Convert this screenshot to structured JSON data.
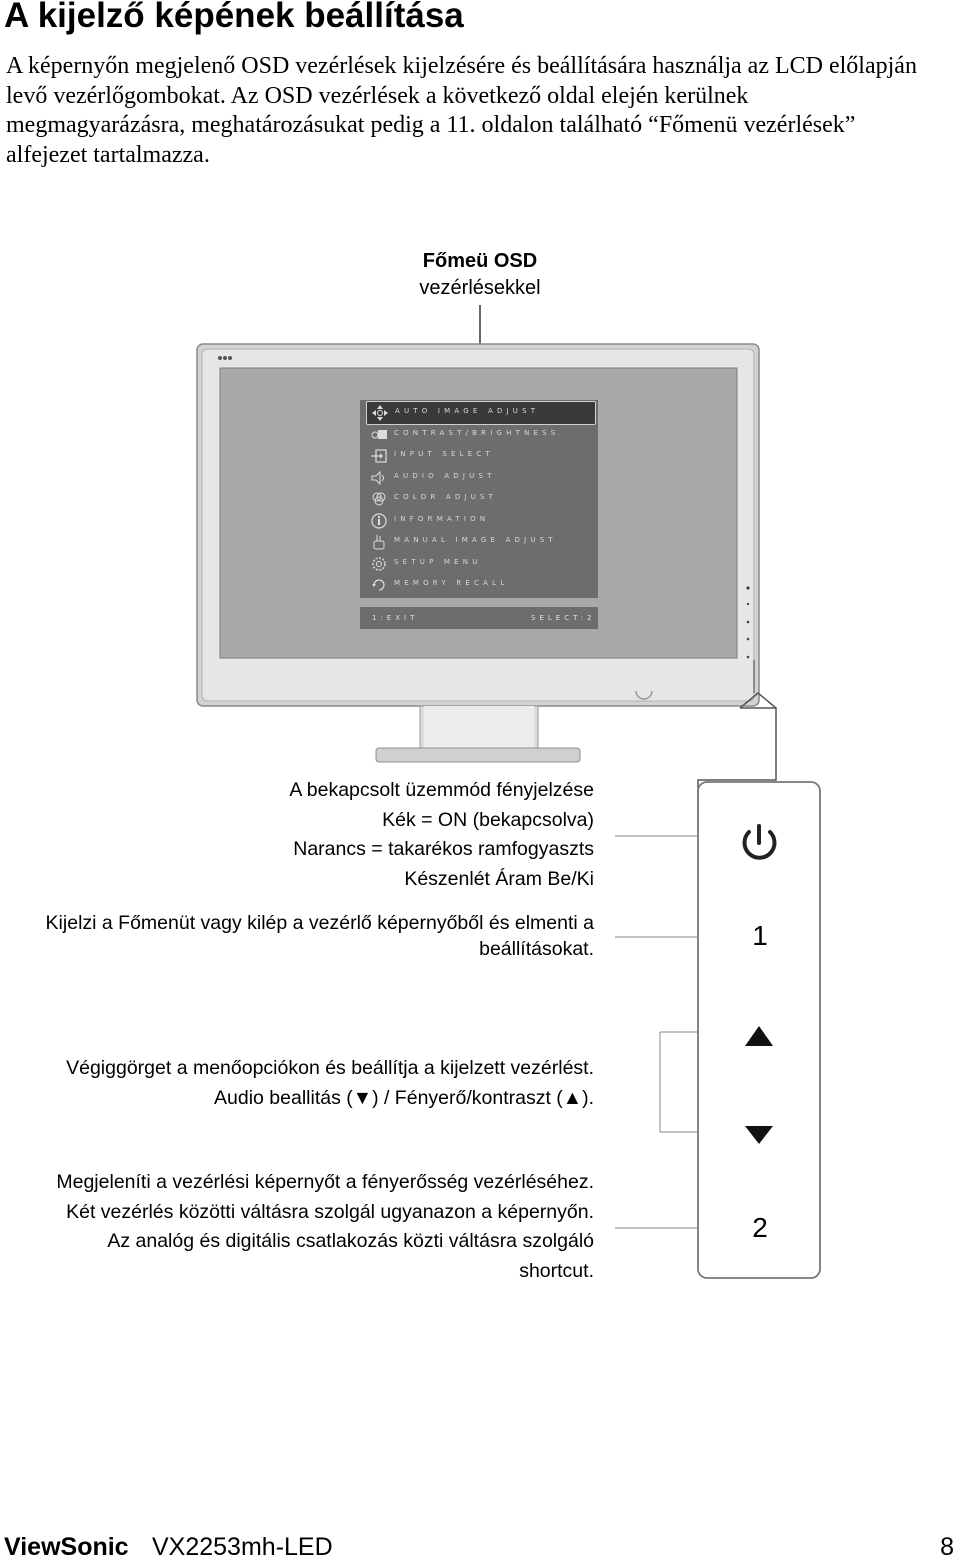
{
  "heading": "A kijelző képének beállítása",
  "intro_lines": [
    "A képernyőn megjelenő OSD vezérlések kijelzésére és beállítására használja az LCD előlapján",
    "levő vezérlőgombokat. Az OSD vezérlések a következő oldal elején kerülnek",
    "megmagyarázásra, meghatározásukat pedig a 11. oldalon található “Főmenü vezérlések”",
    "alfejezet tartalmazza."
  ],
  "callout": {
    "line1": "Főmeü OSD",
    "line2": "vezérlésekkel"
  },
  "osd": {
    "items": [
      {
        "label": "AUTO IMAGE ADJUST",
        "icon": "auto-adjust-icon"
      },
      {
        "label": "CONTRAST/BRIGHTNESS",
        "icon": "contrast-icon"
      },
      {
        "label": "INPUT SELECT",
        "icon": "input-icon"
      },
      {
        "label": "AUDIO ADJUST",
        "icon": "audio-icon"
      },
      {
        "label": "COLOR ADJUST",
        "icon": "color-icon"
      },
      {
        "label": "INFORMATION",
        "icon": "info-icon"
      },
      {
        "label": "MANUAL IMAGE ADJUST",
        "icon": "manual-adjust-icon"
      },
      {
        "label": "SETUP MENU",
        "icon": "setup-icon"
      },
      {
        "label": "MEMORY RECALL",
        "icon": "memory-recall-icon"
      }
    ],
    "exit_label": "1:EXIT",
    "select_label": "SELECT:2"
  },
  "descriptions": {
    "power": [
      "A bekapcsolt üzemmód fényjelzése",
      "Kék = ON (bekapcsolva)",
      "Narancs = takarékos ramfogyaszts",
      "Készenlét Áram Be/Ki"
    ],
    "button1": [
      "Kijelzi a Főmenüt vagy kilép a vezérlő képernyőből és elmenti a",
      "beállításokat."
    ],
    "arrows": [
      "Végiggörget a menőopciókon és beállítja a kijelzett vezérlést.",
      "Audio beallitás (▼) / Fényerő/kontraszt (▲)."
    ],
    "button2": [
      "Megjeleníti a vezérlési képernyőt a fényerősség vezérléséhez.",
      "Két vezérlés közötti váltásra szolgál ugyanazon a képernyőn.",
      "Az analóg és digitális csatlakozás közti váltásra szolgáló",
      "shortcut."
    ]
  },
  "panel_labels": {
    "button1": "1",
    "button2": "2"
  },
  "footer": {
    "brand": "ViewSonic",
    "model": "VX2253mh-LED",
    "page": "8"
  }
}
